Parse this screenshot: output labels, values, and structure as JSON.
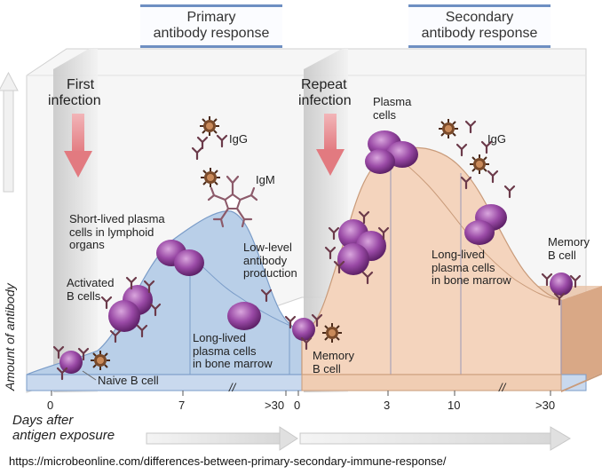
{
  "banners": {
    "primary": [
      "Primary",
      "antibody response"
    ],
    "secondary": [
      "Secondary",
      "antibody response"
    ]
  },
  "events": {
    "first": [
      "First",
      "infection"
    ],
    "repeat": [
      "Repeat",
      "infection"
    ]
  },
  "labels": {
    "igg_left": "IgG",
    "igm": "IgM",
    "short_lived": [
      "Short-lived plasma",
      "cells in lymphoid",
      "organs"
    ],
    "activated": [
      "Activated",
      "B cells"
    ],
    "naive": "Naive B cell",
    "low_level": [
      "Low-level",
      "antibody",
      "production"
    ],
    "long_lived_primary": [
      "Long-lived",
      "plasma cells",
      "in bone marrow"
    ],
    "memory_b_primary": [
      "Memory",
      "B cell"
    ],
    "plasma_cells": [
      "Plasma",
      "cells"
    ],
    "igg_right": "IgG",
    "long_lived_secondary": [
      "Long-lived",
      "plasma cells",
      "in bone marrow"
    ],
    "memory_b_secondary": [
      "Memory",
      "B cell"
    ]
  },
  "axes": {
    "y_label": "Amount of antibody",
    "x_label": [
      "Days after",
      "antigen exposure"
    ],
    "ticks_primary": [
      "0",
      "7",
      ">30"
    ],
    "ticks_secondary": [
      "0",
      "3",
      "10",
      ">30"
    ],
    "break_symbol": "//"
  },
  "source_url": "https://microbeonline.com/differences-between-primary-secondary-immune-response/",
  "colors": {
    "primary_curve": "#b9cfe8",
    "secondary_curve": "#f4d4bd",
    "secondary_side": "#dcae8e",
    "cell_purple": "#8a3d95",
    "infection_arrow": "#e8858a"
  }
}
